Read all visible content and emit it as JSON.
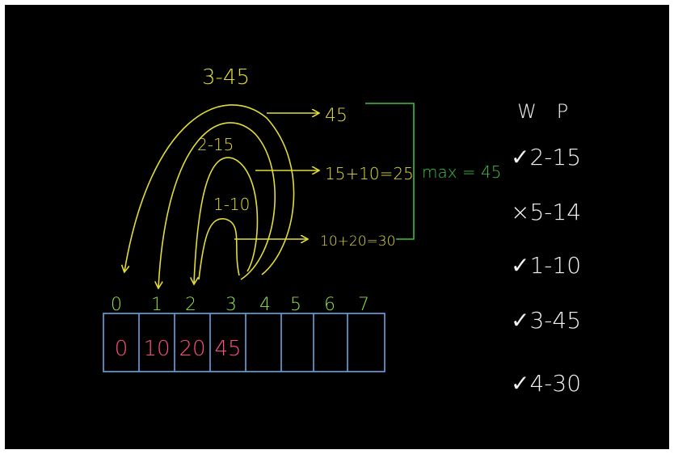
{
  "colors": {
    "background": "#000000",
    "arc": "#e2dc3a",
    "bracket": "#3fbf3f",
    "index": "#8fe04a",
    "value": "#ff4f7a",
    "grid": "#6aa6e0",
    "table": "#f2f2f2"
  },
  "arc_labels": [
    "3-45",
    "2-15",
    "1-10"
  ],
  "results": [
    "45",
    "15+10=25",
    "10+20=30"
  ],
  "max_label": "max = 45",
  "dp": {
    "indices": [
      "0",
      "1",
      "2",
      "3",
      "4",
      "5",
      "6",
      "7"
    ],
    "values": [
      "0",
      "10",
      "20",
      "45",
      "",
      "",
      "",
      ""
    ]
  },
  "items_table": {
    "headers": [
      "W",
      "P"
    ],
    "rows": [
      "✓2-15",
      "×5-14",
      "✓1-10",
      "✓3-45",
      "✓4-30"
    ]
  }
}
